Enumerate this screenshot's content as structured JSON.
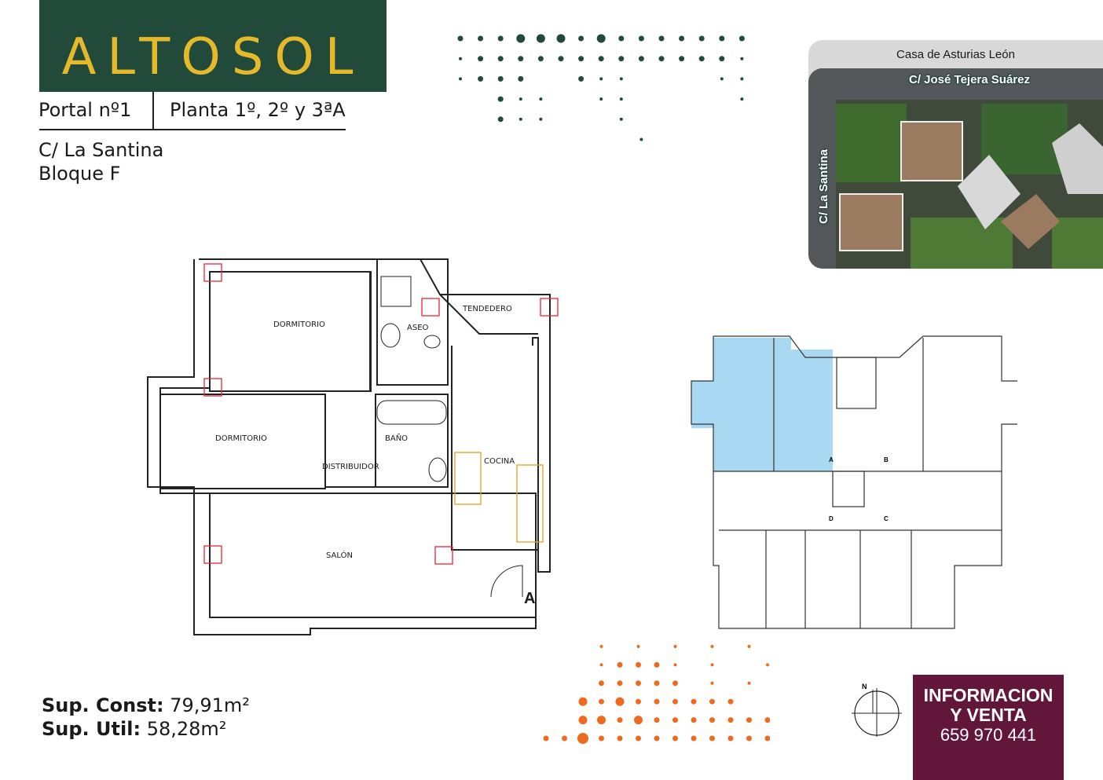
{
  "brand": {
    "logo": "ALTOSOL"
  },
  "header": {
    "portal": "Portal nº1",
    "planta": "Planta 1º, 2º y 3ªA",
    "street": "C/ La Santina",
    "block": "Bloque F"
  },
  "aerial": {
    "title": "Casa de Asturias León",
    "street_top": "C/ José Tejera Suárez",
    "street_left": "C/ La Santina"
  },
  "floorplan": {
    "rooms": [
      "DORMITORIO",
      "DORMITORIO",
      "ASEO",
      "TENDEDERO",
      "BAÑO",
      "DISTRIBUIDOR",
      "COCINA",
      "SALÓN"
    ],
    "entrance": "A"
  },
  "keyplan": {
    "units": [
      "A",
      "B",
      "C",
      "D"
    ]
  },
  "compass": {
    "label": "N"
  },
  "areas": {
    "const_label": "Sup. Const:",
    "const_value": "79,91m²",
    "util_label": "Sup. Util:",
    "util_value": "58,28m²"
  },
  "contact": {
    "line1": "INFORMACION",
    "line2": "Y VENTA",
    "phone": "659 970 441"
  },
  "colors": {
    "green": "#214a3b",
    "gold": "#e6b92a",
    "orange": "#ef6a1f",
    "maroon": "#62173a",
    "highlight": "#a9d8f2"
  }
}
